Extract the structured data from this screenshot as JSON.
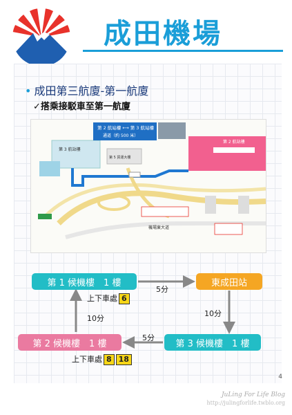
{
  "header": {
    "title": "成田機場"
  },
  "bullet": "成田第三航廈-第一航廈",
  "subpoint": "✓搭乘接駁車至第一航廈",
  "map": {
    "terminal3": "第 3 航站樓",
    "terminal2": "第 2 航站樓",
    "callout_title": "第 2 航站樓 ⟷ 第 3 航站樓",
    "callout_sub": "通道（約 500 米）",
    "bldg5": "第 5 貨運大樓",
    "road": "機場東大道"
  },
  "flow": {
    "t1": "第 1 候機樓　1 樓",
    "higashi": "東成田站",
    "t3": "第 3 候機樓　1 樓",
    "t2": "第 2 候機樓　1 樓",
    "min_a": "5分",
    "min_b": "10分",
    "min_c": "5分",
    "min_d": "10分",
    "stop_label_1": "上下車處",
    "stop_no_1": "6",
    "stop_label_2": "上下車處",
    "stop_no_2a": "8",
    "stop_no_2b": "18"
  },
  "page_number": "4",
  "watermark": {
    "line1": "JuLing For Life Blog",
    "line2": "http://julingforlife.twblo.org"
  },
  "colors": {
    "accent": "#1a9ed8",
    "teal": "#22bdc6",
    "orange": "#f5a623",
    "pink": "#ea7aa0",
    "badge": "#f7d617"
  }
}
